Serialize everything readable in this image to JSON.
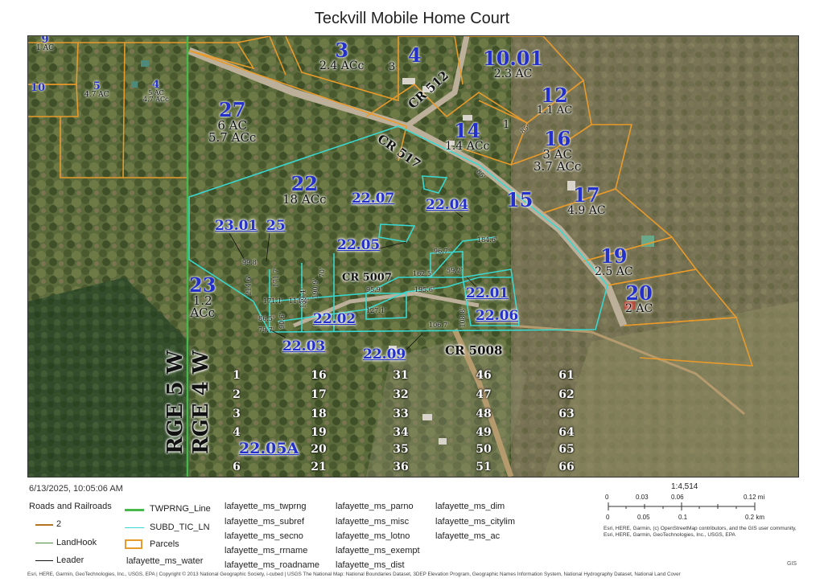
{
  "title": "Teckvill Mobile Home Court",
  "timestamp": "6/13/2025, 10:05:06 AM",
  "colors": {
    "parcel": "#e89a2a",
    "subdivision": "#39d8d0",
    "twprng": "#49b84a",
    "leader": "#111111",
    "road_line": "#b3741f",
    "parcel_number": "#2330c9"
  },
  "map": {
    "parcel_labels": [
      {
        "num": "9",
        "area": "1 AC"
      },
      {
        "num": "10",
        "area": ""
      },
      {
        "num": "5",
        "area": "4.7 AC"
      },
      {
        "num": "4",
        "area": "5 AC",
        "area2": "4.7 ACc"
      },
      {
        "num": "3",
        "area": "2.4 ACc",
        "extra": "3"
      },
      {
        "num": "4",
        "area": ""
      },
      {
        "num": "10.01",
        "area": "2.3 AC"
      },
      {
        "num": "12",
        "area": "1.1 AC"
      },
      {
        "num": "27",
        "area": "6 AC",
        "area2": "5.7 ACc"
      },
      {
        "num": "14",
        "area": "1.4 ACc",
        "extra": "1"
      },
      {
        "num": "16",
        "area": "3 AC",
        "area2": "3.7 ACc"
      },
      {
        "num": "22",
        "area": "18 ACc"
      },
      {
        "num": "15",
        "area": ""
      },
      {
        "num": "17",
        "area": "4.9 AC"
      },
      {
        "num": "19",
        "area": "2.5 AC"
      },
      {
        "num": "20",
        "area": "2 AC"
      },
      {
        "num": "23",
        "area": "1.2",
        "area2": "ACc"
      },
      {
        "num": "25",
        "area": ""
      },
      {
        "num": "23.01",
        "area": ""
      }
    ],
    "subdivision_labels": [
      "22.07",
      "22.04",
      "22.05",
      "22.01",
      "22.02",
      "22.06",
      "22.03",
      "22.09",
      "22.05A"
    ],
    "roads": [
      "CR 512",
      "CR 517",
      "CR 5007",
      "CR 5008"
    ],
    "dims": [
      "85'",
      "85'",
      "184.6'",
      "96.7'",
      "162.5'",
      "59.2'",
      "195.6'",
      "106.7'",
      "108.8'",
      "86.5'",
      "79.7'",
      "90.6'",
      "95.9'",
      "127.1'",
      "114.4'",
      "139.4'",
      "190.9'",
      "70'",
      "99.8",
      "171.7'",
      "214.6'",
      "171.1'"
    ],
    "range_labels": [
      "RGE 5 W",
      "RGE 4 W"
    ],
    "section_grid": [
      [
        "1",
        "2",
        "3",
        "4",
        "",
        "6"
      ],
      [
        "16",
        "17",
        "18",
        "19",
        "20",
        "21"
      ],
      [
        "31",
        "32",
        "33",
        "34",
        "35",
        "36"
      ],
      [
        "46",
        "47",
        "48",
        "49",
        "50",
        "51"
      ],
      [
        "61",
        "62",
        "63",
        "64",
        "65",
        "66"
      ]
    ]
  },
  "legend": {
    "roads_title": "Roads and Railroads",
    "roads_item": "2",
    "landhook": "LandHook",
    "leader": "Leader",
    "twprng": "TWPRNG_Line",
    "subd": "SUBD_TIC_LN",
    "parcels": "Parcels",
    "water": "lafayette_ms_water",
    "col3": [
      "lafayette_ms_twprng",
      "lafayette_ms_subref",
      "lafayette_ms_secno",
      "lafayette_ms_rrname",
      "lafayette_ms_roadname"
    ],
    "col4": [
      "lafayette_ms_parno",
      "lafayette_ms_misc",
      "lafayette_ms_lotno",
      "lafayette_ms_exempt",
      "lafayette_ms_dist"
    ],
    "col5": [
      "lafayette_ms_dim",
      "lafayette_ms_citylim",
      "lafayette_ms_ac"
    ]
  },
  "scale": {
    "ratio": "1:4,514",
    "mi_ticks": [
      "0",
      "0.03",
      "0.06",
      "0.12 mi"
    ],
    "km_ticks": [
      "0",
      "0.05",
      "0.1",
      "0.2 km"
    ],
    "attribution": "Esri, HERE, Garmin, (c) OpenStreetMap contributors, and the GIS user community, Esri, HERE, Garmin, GeoTechnologies, Inc., USGS, EPA"
  },
  "gis": "GIS",
  "footer": "Esri, HERE, Garmin, GeoTechnologies, Inc., USGS, EPA | Copyright © 2013 National Geographic Society, i-cubed | USGS The National Map: National Boundaries Dataset, 3DEP Elevation Program, Geographic Names Information System, National Hydrography Dataset, National Land Cover"
}
